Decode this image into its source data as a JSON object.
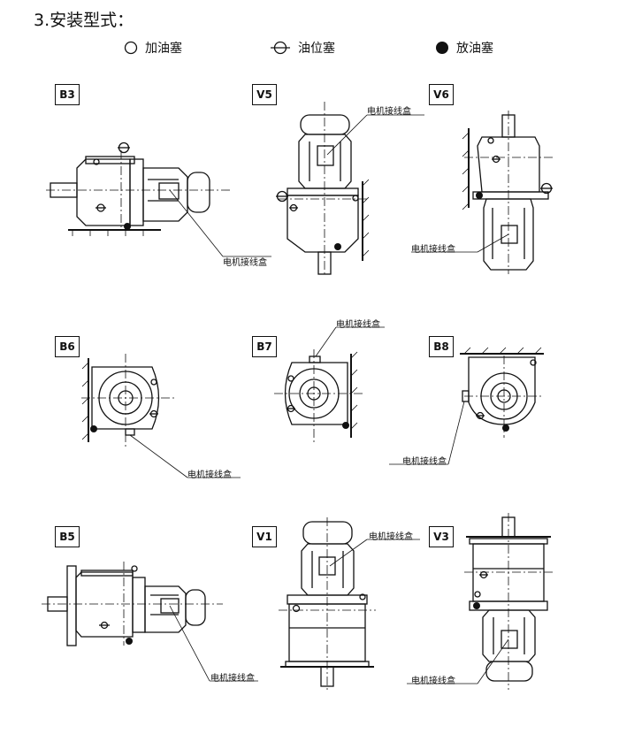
{
  "heading": "3.安装型式：",
  "legend": [
    {
      "label": "加油塞",
      "icon": "open-circle-icon"
    },
    {
      "label": "油位塞",
      "icon": "crossed-circle-icon"
    },
    {
      "label": "放油塞",
      "icon": "filled-circle-icon"
    }
  ],
  "callout_text": "电机接线盒",
  "panels": [
    {
      "tag": "B3",
      "callout": "电机接线盒"
    },
    {
      "tag": "V5",
      "callout": "电机接线盒"
    },
    {
      "tag": "V6",
      "callout": "电机接线盒"
    },
    {
      "tag": "B6",
      "callout": "电机接线盒"
    },
    {
      "tag": "B7",
      "callout": "电机接线盒"
    },
    {
      "tag": "B8",
      "callout": "电机接线盒"
    },
    {
      "tag": "B5",
      "callout": "电机接线盒"
    },
    {
      "tag": "V1",
      "callout": "电机接线盒"
    },
    {
      "tag": "V3",
      "callout": "电机接线盒"
    }
  ],
  "colors": {
    "ink": "#111111",
    "paper": "#ffffff"
  }
}
